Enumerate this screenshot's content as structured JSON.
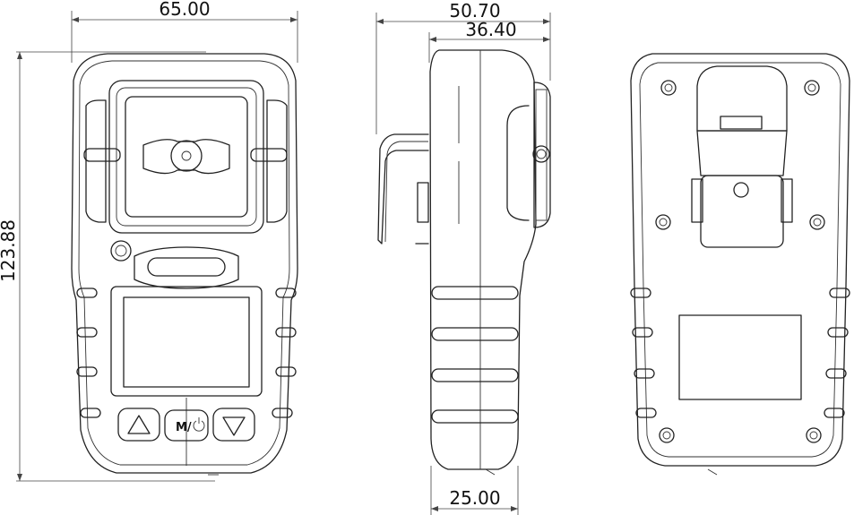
{
  "dimensions": {
    "front_width": "65.00",
    "front_height": "123.88",
    "side_total_depth": "50.70",
    "side_body_depth": "36.40",
    "side_grip_width": "25.00"
  },
  "buttons": {
    "mode_power_label": "M/",
    "up_icon": "triangle-up-icon",
    "down_icon": "triangle-down-icon",
    "power_icon": "power-icon"
  },
  "colors": {
    "line": "#222222",
    "background": "#ffffff"
  }
}
